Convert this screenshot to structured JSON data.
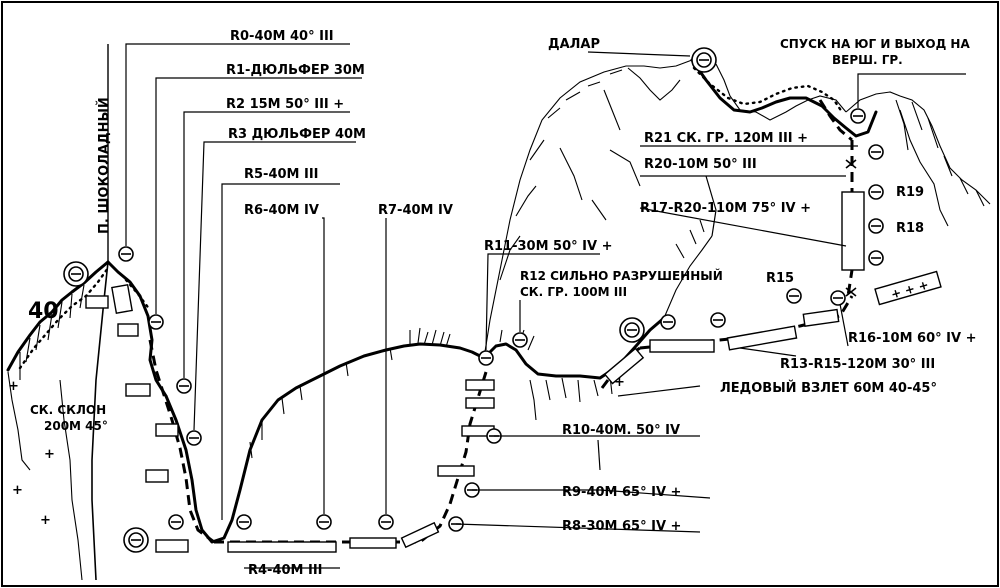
{
  "peaks": {
    "shokoladny": "П. ШОКОЛАДНЫЙ",
    "dalar": "ДАЛАР"
  },
  "descent_note_line1": "СПУСК НА ЮГ И ВЫХОД НА",
  "descent_note_line2": "ВЕРШ. ГР.",
  "number_40": "40",
  "slope_line1": "СК. СКЛОН",
  "slope_line2": "200М 45°",
  "labels": {
    "r0": "R0-40М 40° III",
    "r1": "R1-ДЮЛЬФЕР 30М",
    "r2": "R2 15М 50° III +",
    "r3": "R3 ДЮЛЬФЕР 40М",
    "r5": "R5-40М III",
    "r6": "R6-40М IV",
    "r7": "R7-40М IV",
    "r4": "R4-40М III",
    "r11": "R11-30М 50° IV +",
    "r12_line1": "R12 СИЛЬНО РАЗРУШЕННЫЙ",
    "r12_line2": "СК. ГР. 100М III",
    "r21": "R21 СК. ГР. 120М III +",
    "r20": "R20-10М 50° III",
    "r17_r20": "R17-R20-110М 75° IV +",
    "r19": "R19",
    "r18": "R18",
    "r15": "R15",
    "r16": "R16-10М 60° IV +",
    "r13_r15": "R13-R15-120М 30° III",
    "ice": "ЛЕДОВЫЙ ВЗЛЕТ 60М 40-45°",
    "r10": "R10-40М. 50° IV",
    "r9": "R9-40М 65° IV +",
    "r8": "R8-30М 65° IV +"
  }
}
